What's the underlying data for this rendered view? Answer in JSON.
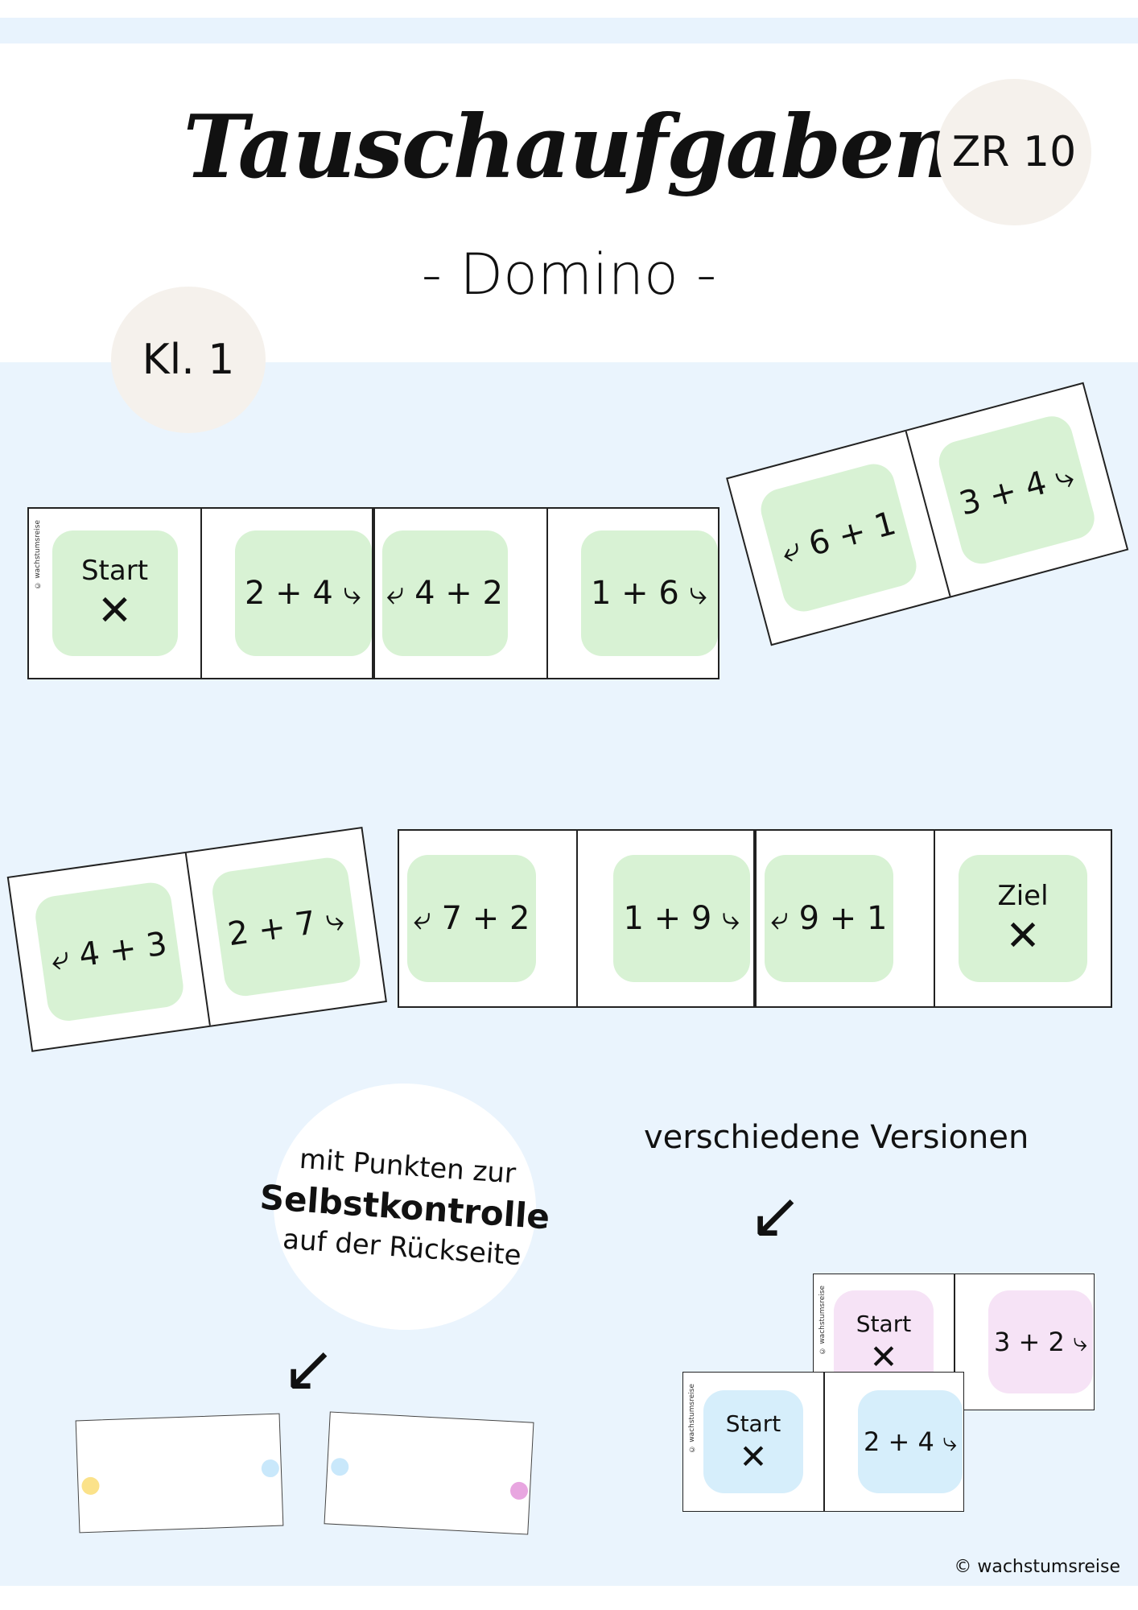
{
  "header": {
    "title": "Tauschaufgaben",
    "subtitle": "- Domino -",
    "badge_range": "ZR 10",
    "badge_class": "Kl. 1"
  },
  "row1": [
    {
      "left": {
        "kind": "start",
        "label": "Start",
        "mark": "✕"
      },
      "right": {
        "kind": "expr",
        "text": "2 + 4 ⤷"
      }
    },
    {
      "left": {
        "kind": "expr",
        "text": "⤶ 4 + 2"
      },
      "right": {
        "kind": "expr",
        "text": "1 + 6 ⤷"
      }
    },
    {
      "left": {
        "kind": "expr",
        "text": "⤶ 6 + 1"
      },
      "right": {
        "kind": "expr",
        "text": "3 + 4 ⤷"
      }
    }
  ],
  "row2": [
    {
      "left": {
        "kind": "expr",
        "text": "⤶ 4 + 3"
      },
      "right": {
        "kind": "expr",
        "text": "2 + 7 ⤷"
      }
    },
    {
      "left": {
        "kind": "expr",
        "text": "⤶ 7 + 2"
      },
      "right": {
        "kind": "expr",
        "text": "1 + 9 ⤷"
      }
    },
    {
      "left": {
        "kind": "expr",
        "text": "⤶ 9 + 1"
      },
      "right": {
        "kind": "ziel",
        "label": "Ziel",
        "mark": "✕"
      }
    }
  ],
  "copyright_small": "© wachstumsreise",
  "note": {
    "line1": "mit Punkten zur",
    "line2": "Selbstkontrolle",
    "line3": "auf der Rückseite"
  },
  "versions_label": "verschiedene Versionen",
  "versions": {
    "pink": {
      "label": "Start",
      "mark": "✕",
      "expr": "3 + 2 ⤷"
    },
    "blue": {
      "label": "Start",
      "mark": "✕",
      "expr": "2 + 4 ⤷"
    }
  },
  "arrow": "↙",
  "footer": "© wachstumsreise",
  "colors": {
    "tile_green": "#d8f2d4",
    "tile_pink": "#f6e3f6",
    "tile_blue": "#d6eefb",
    "dot_yellow": "#fbe28a",
    "dot_blue": "#c9e8fb",
    "dot_pink": "#e8a6e0"
  }
}
